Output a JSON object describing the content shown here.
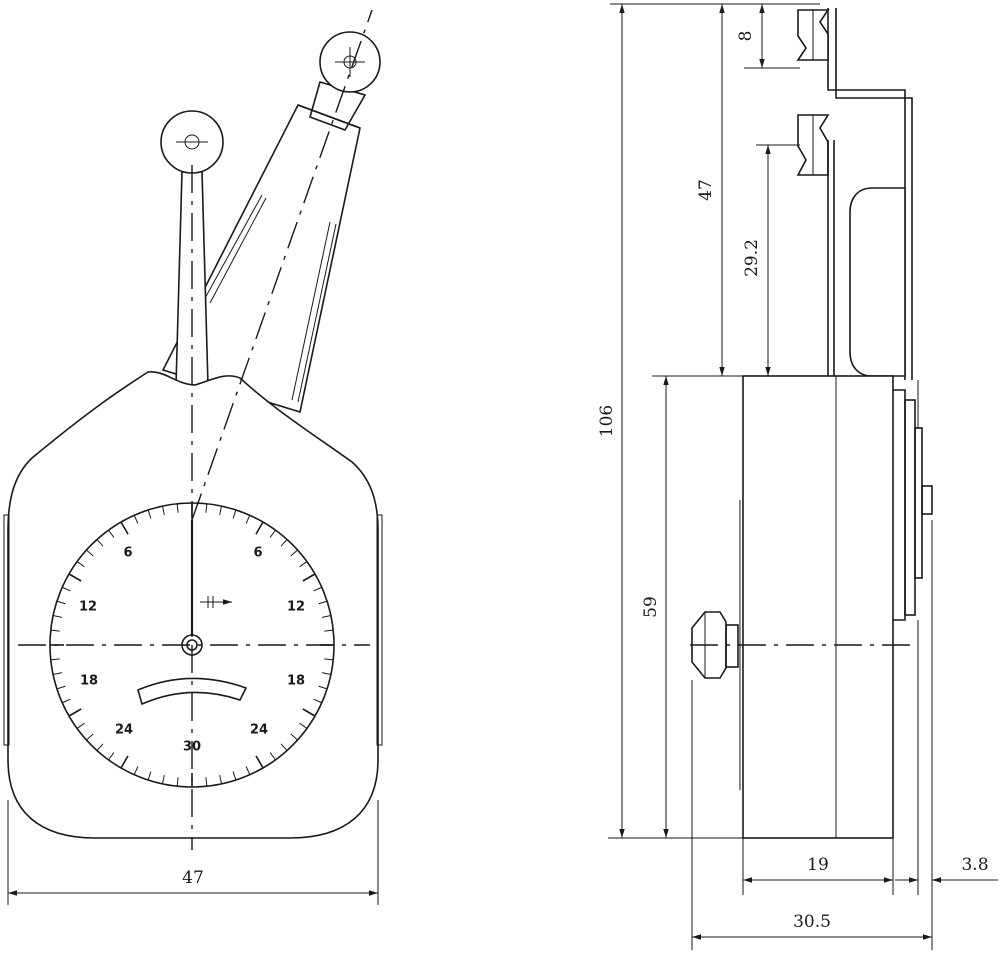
{
  "front_view": {
    "dial": {
      "left_scale": [
        "6",
        "12",
        "18",
        "24"
      ],
      "right_scale": [
        "6",
        "12",
        "18",
        "24"
      ],
      "bottom_label": "30"
    },
    "dimensions": {
      "width": "47"
    }
  },
  "side_view": {
    "dimensions": {
      "top_offset": "8",
      "pulley_height": "47",
      "lower_pulley_height": "29.2",
      "total_height": "106",
      "body_height": "59",
      "body_depth": "19",
      "plate_thickness": "3.8",
      "overall_depth": "30.5"
    }
  }
}
